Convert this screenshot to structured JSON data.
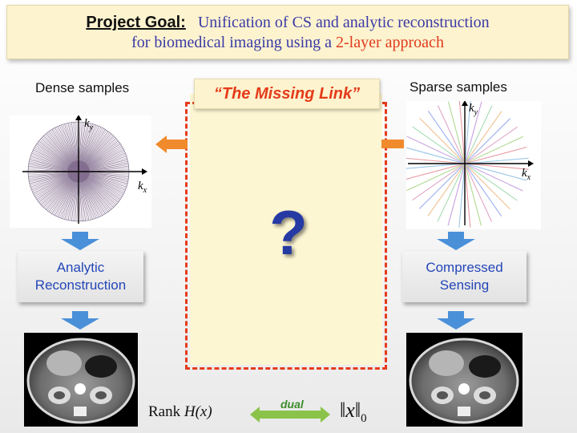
{
  "goal": {
    "label": "Project Goal:",
    "line1": "Unification of CS and analytic reconstruction",
    "line2_pre": "for biomedical imaging using a ",
    "line2_highlight": "2-layer approach"
  },
  "left": {
    "title": "Dense samples",
    "box": [
      "Analytic",
      "Reconstruction"
    ],
    "axis_x": "k",
    "axis_x_sub": "x",
    "axis_y": "k",
    "axis_y_sub": "y"
  },
  "right": {
    "title": "Sparse samples",
    "box": [
      "Compressed",
      "Sensing"
    ],
    "axis_x": "k",
    "axis_x_sub": "x",
    "axis_y": "k",
    "axis_y_sub": "y"
  },
  "center": {
    "title": "“The Missing Link”",
    "symbol": "?"
  },
  "bottom": {
    "rank_prefix": "Rank ",
    "rank_expr": "H(x)",
    "dual": "dual",
    "norm": "‖x‖",
    "norm_sub": "0"
  },
  "colors": {
    "accent_red": "#e53b1a",
    "arrow_blue": "#4a90d9",
    "arrow_orange": "#f08a2c",
    "arrow_green": "#8bc34a"
  }
}
